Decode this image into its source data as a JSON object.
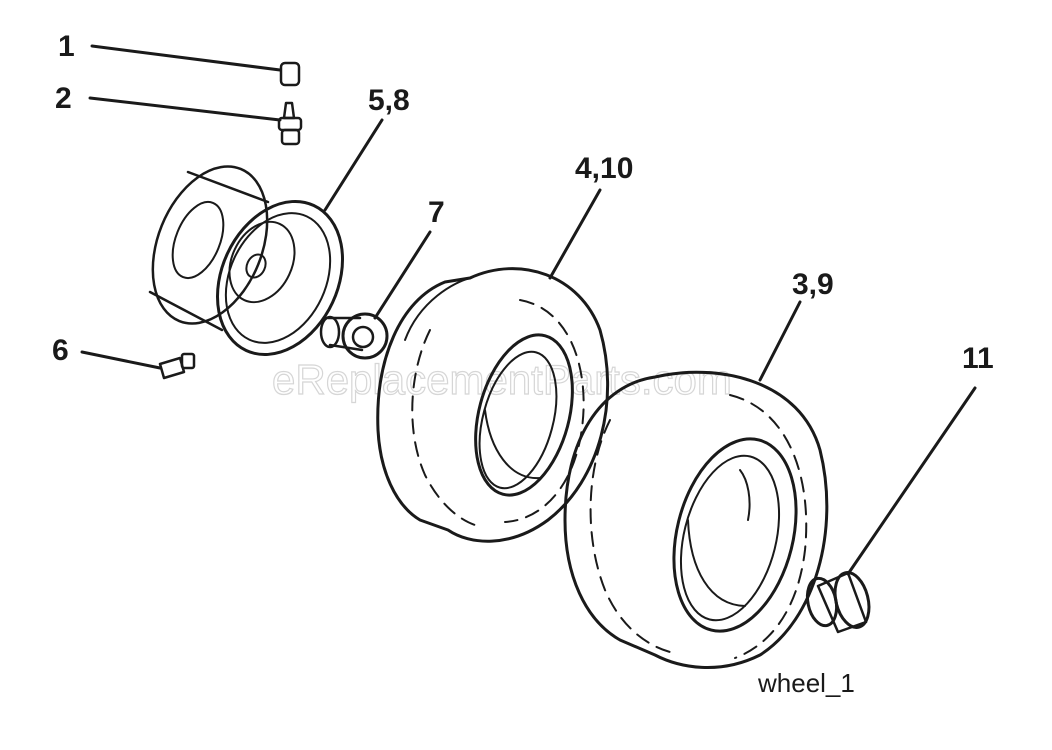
{
  "diagram": {
    "callouts": {
      "c1": "1",
      "c2": "2",
      "c58": "5,8",
      "c7": "7",
      "c410": "4,10",
      "c39": "3,9",
      "c6": "6",
      "c11": "11"
    },
    "caption": "wheel_1",
    "watermark": "eReplacementParts.com"
  }
}
